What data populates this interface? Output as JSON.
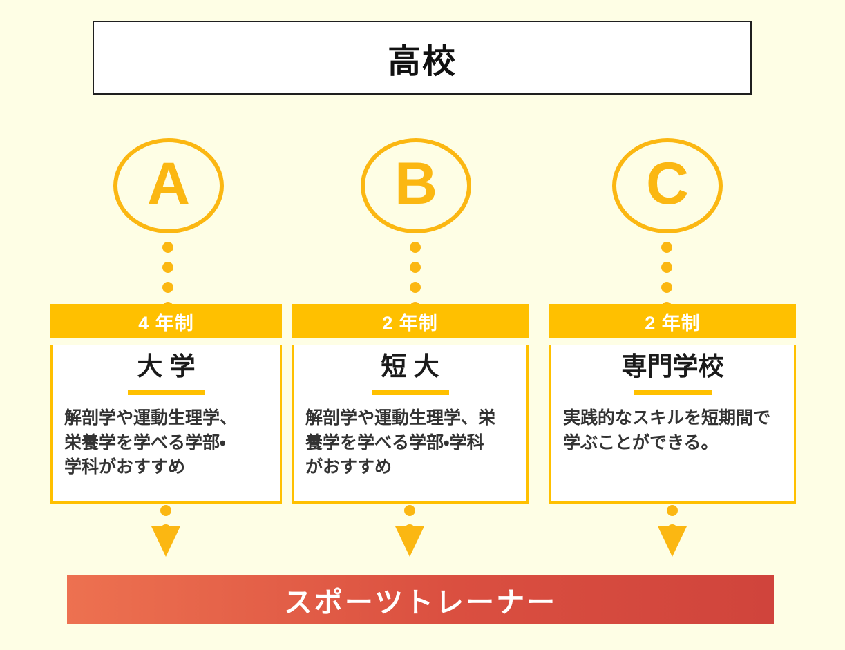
{
  "page": {
    "background_color": "#FEFEE5"
  },
  "colors": {
    "accent_orange": "#FFC000",
    "circle_orange": "#FBB712",
    "banner_gradient_start": "#ED7150",
    "banner_gradient_end": "#D0443C",
    "card_text": "#333333",
    "box_border": "#1F1F1F"
  },
  "icons": {
    "connector_dot": "filled-circle",
    "arrow_down": "triangle-down"
  },
  "top_box": {
    "label": "高校"
  },
  "paths": [
    {
      "circle_label": "A",
      "duration_badge": "4 年制",
      "title": "大 学",
      "desc_lines": [
        "解剖学や運動生理学、",
        "栄養学を学べる学部・",
        "学科がおすすめ"
      ]
    },
    {
      "circle_label": "B",
      "duration_badge": "2 年制",
      "title": "短 大",
      "desc_lines": [
        "解剖学や運動生理学、栄",
        "養学を学べる学部・学科",
        "がおすすめ"
      ]
    },
    {
      "circle_label": "C",
      "duration_badge": "2 年制",
      "title": "専門学校",
      "desc_lines": [
        "実践的なスキルを短期間で",
        "学ぶことができる。"
      ]
    }
  ],
  "banner": {
    "label": "スポーツトレーナー"
  }
}
